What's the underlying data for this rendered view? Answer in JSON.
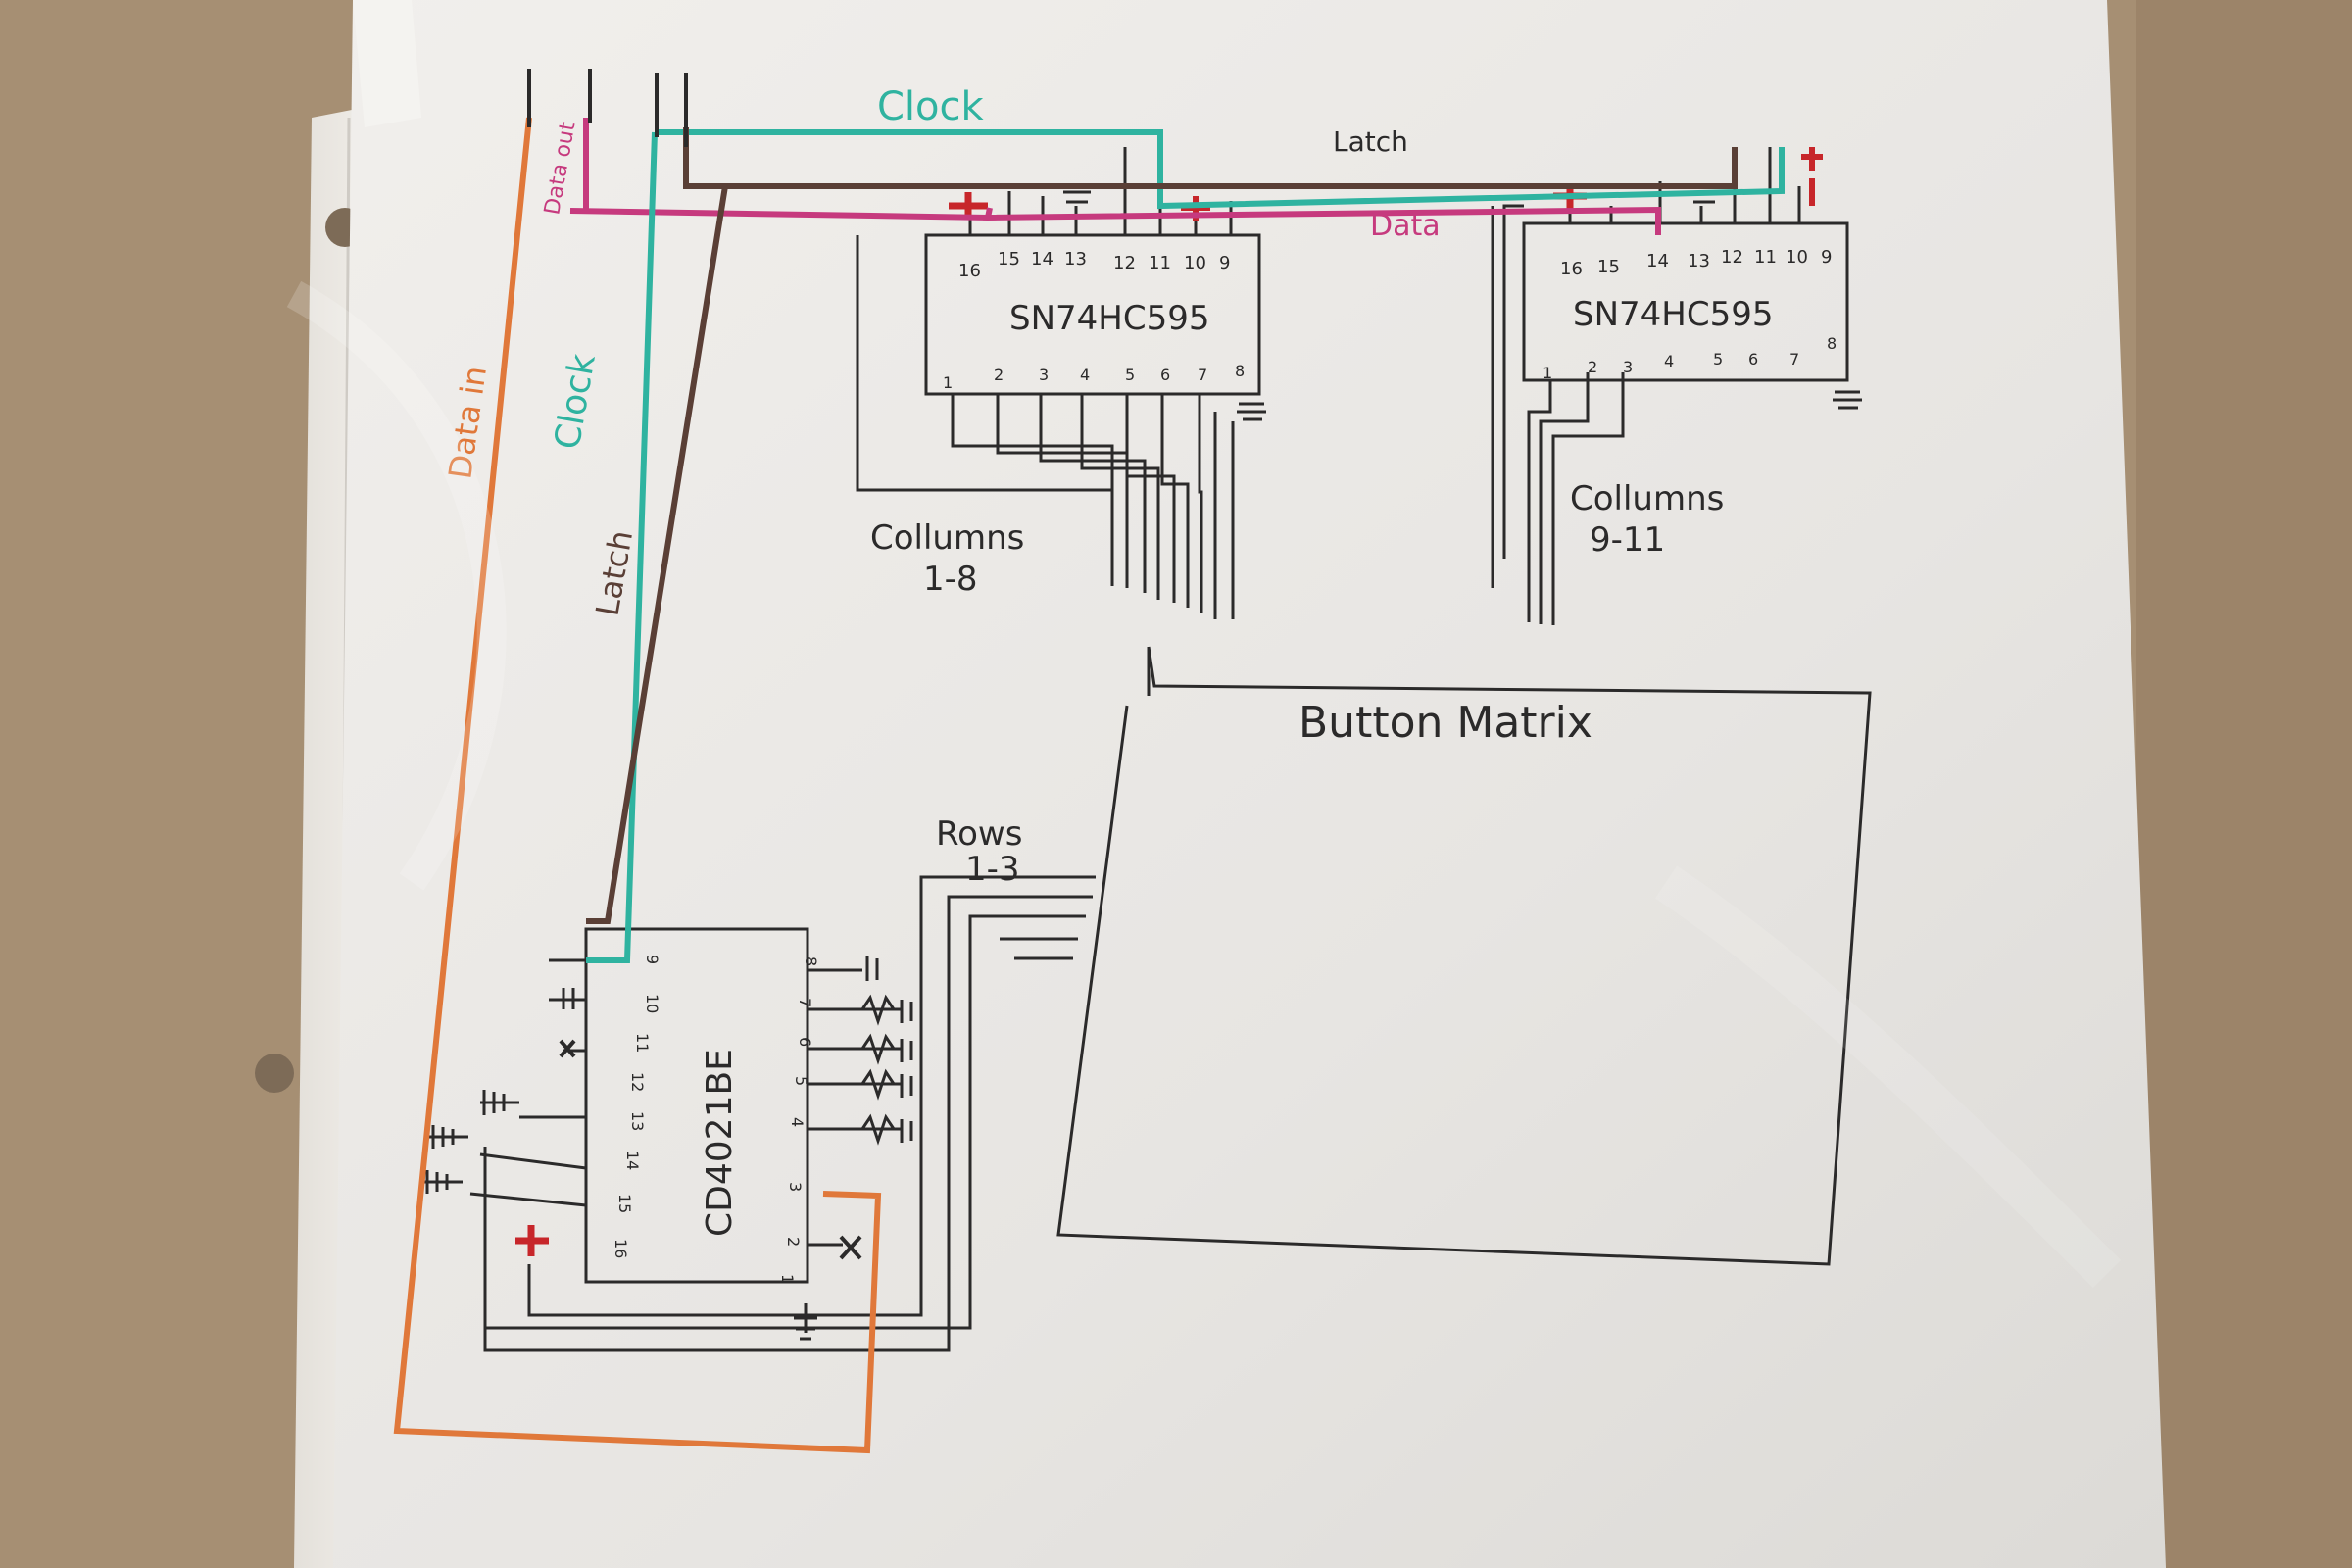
{
  "sheet": {
    "chips": {
      "shift_a": {
        "name": "SN74HC595",
        "top_pins": [
          "16",
          "15",
          "14",
          "13",
          "12",
          "11",
          "10",
          "9"
        ],
        "bottom_pins": [
          "1",
          "2",
          "3",
          "4",
          "5",
          "6",
          "7",
          "8"
        ]
      },
      "shift_b": {
        "name": "SN74HC595",
        "top_pins": [
          "16",
          "15",
          "14",
          "13",
          "12",
          "11",
          "10",
          "9"
        ],
        "bottom_pins": [
          "1",
          "2",
          "3",
          "4",
          "5",
          "6",
          "7",
          "8"
        ]
      },
      "mux": {
        "name": "CD4021BE",
        "left_pins": [
          "9",
          "10",
          "11",
          "12",
          "13",
          "14",
          "15",
          "16"
        ],
        "right_pins": [
          "8",
          "7",
          "6",
          "5",
          "4",
          "3",
          "2",
          "1"
        ]
      }
    },
    "labels": {
      "data_out": "Data out",
      "clock_top": "Clock",
      "latch_top": "Latch",
      "data_mid": "Data",
      "data_in": "Data in",
      "clock_side": "Clock",
      "latch_side": "Latch",
      "columns_a": "Collumns",
      "columns_a_range": "1-8",
      "columns_b": "Collumns",
      "columns_b_range": "9-11",
      "rows": "Rows",
      "rows_range": "1-3",
      "matrix": "Button Matrix"
    },
    "colors": {
      "clock": "#2fb3a0",
      "latch": "#5a3f36",
      "data": "#c63a7e",
      "data_in": "#e0783a",
      "ink": "#2b2a2a",
      "power": "#c7262a"
    }
  }
}
